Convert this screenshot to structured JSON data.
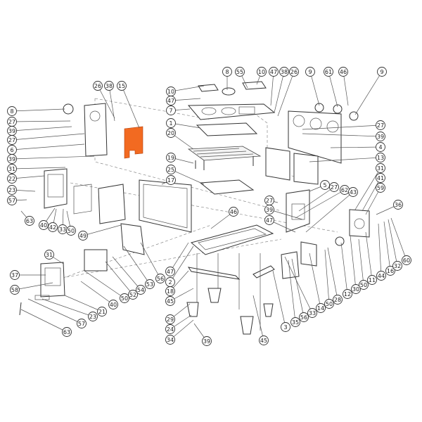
{
  "title": "Stove exploded parts diagram",
  "highlight_color": "#f26a21",
  "highlighted_part": "15",
  "callouts": [
    "8",
    "55",
    "10",
    "47",
    "38",
    "26",
    "9",
    "61",
    "46",
    "9",
    "26",
    "38",
    "15",
    "10",
    "47",
    "7",
    "1",
    "20",
    "19",
    "25",
    "17",
    "8",
    "27",
    "39",
    "27",
    "6",
    "39",
    "31",
    "22",
    "23",
    "57",
    "63",
    "40",
    "42",
    "33",
    "50",
    "49",
    "27",
    "39",
    "4",
    "13",
    "31",
    "41",
    "59",
    "36",
    "5",
    "27",
    "62",
    "43",
    "27",
    "39",
    "47",
    "46",
    "31",
    "37",
    "58",
    "57",
    "23",
    "21",
    "40",
    "50",
    "52",
    "54",
    "53",
    "56",
    "63",
    "47",
    "2",
    "18",
    "45",
    "29",
    "24",
    "34",
    "39",
    "45",
    "3",
    "35",
    "56",
    "33",
    "14",
    "50",
    "28",
    "12",
    "30",
    "50",
    "11",
    "44",
    "16",
    "32",
    "60"
  ]
}
